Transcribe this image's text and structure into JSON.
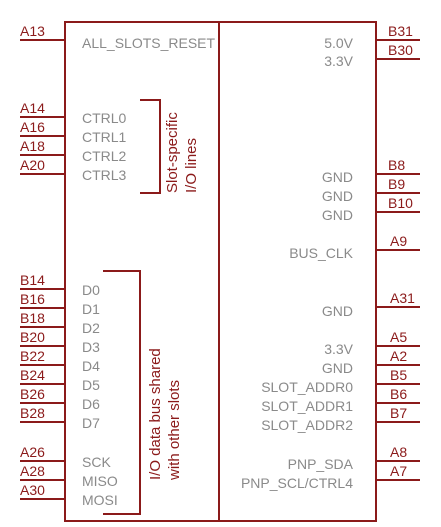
{
  "left_pins": [
    {
      "pin": "A13",
      "signal": "ALL_SLOTS_RESET"
    },
    {
      "pin": "A14",
      "signal": "CTRL0"
    },
    {
      "pin": "A16",
      "signal": "CTRL1"
    },
    {
      "pin": "A18",
      "signal": "CTRL2"
    },
    {
      "pin": "A20",
      "signal": "CTRL3"
    },
    {
      "pin": "B14",
      "signal": "D0"
    },
    {
      "pin": "B16",
      "signal": "D1"
    },
    {
      "pin": "B18",
      "signal": "D2"
    },
    {
      "pin": "B20",
      "signal": "D3"
    },
    {
      "pin": "B22",
      "signal": "D4"
    },
    {
      "pin": "B24",
      "signal": "D5"
    },
    {
      "pin": "B26",
      "signal": "D6"
    },
    {
      "pin": "B28",
      "signal": "D7"
    },
    {
      "pin": "A26",
      "signal": "SCK"
    },
    {
      "pin": "A28",
      "signal": "MISO"
    },
    {
      "pin": "A30",
      "signal": "MOSI"
    }
  ],
  "right_pins": [
    {
      "pin": "B31",
      "signal": "5.0V"
    },
    {
      "pin": "B30",
      "signal": "3.3V"
    },
    {
      "pin": "B8",
      "signal": "GND"
    },
    {
      "pin": "B9",
      "signal": "GND"
    },
    {
      "pin": "B10",
      "signal": "GND"
    },
    {
      "pin": "A9",
      "signal": "BUS_CLK"
    },
    {
      "pin": "A31",
      "signal": "GND"
    },
    {
      "pin": "A5",
      "signal": "3.3V"
    },
    {
      "pin": "A2",
      "signal": "GND"
    },
    {
      "pin": "B5",
      "signal": "SLOT_ADDR0"
    },
    {
      "pin": "B6",
      "signal": "SLOT_ADDR1"
    },
    {
      "pin": "B7",
      "signal": "SLOT_ADDR2"
    },
    {
      "pin": "A8",
      "signal": "PNP_SDA"
    },
    {
      "pin": "A7",
      "signal": "PNP_SCL/CTRL4"
    }
  ],
  "annotations": {
    "slot_io_line1": "Slot-specific",
    "slot_io_line2": "I/O lines",
    "data_bus_line1": "I/O data bus shared",
    "data_bus_line2": "with other slots"
  },
  "colors": {
    "wire": "#8b1a1a",
    "signal_text": "#8a8a8a"
  }
}
